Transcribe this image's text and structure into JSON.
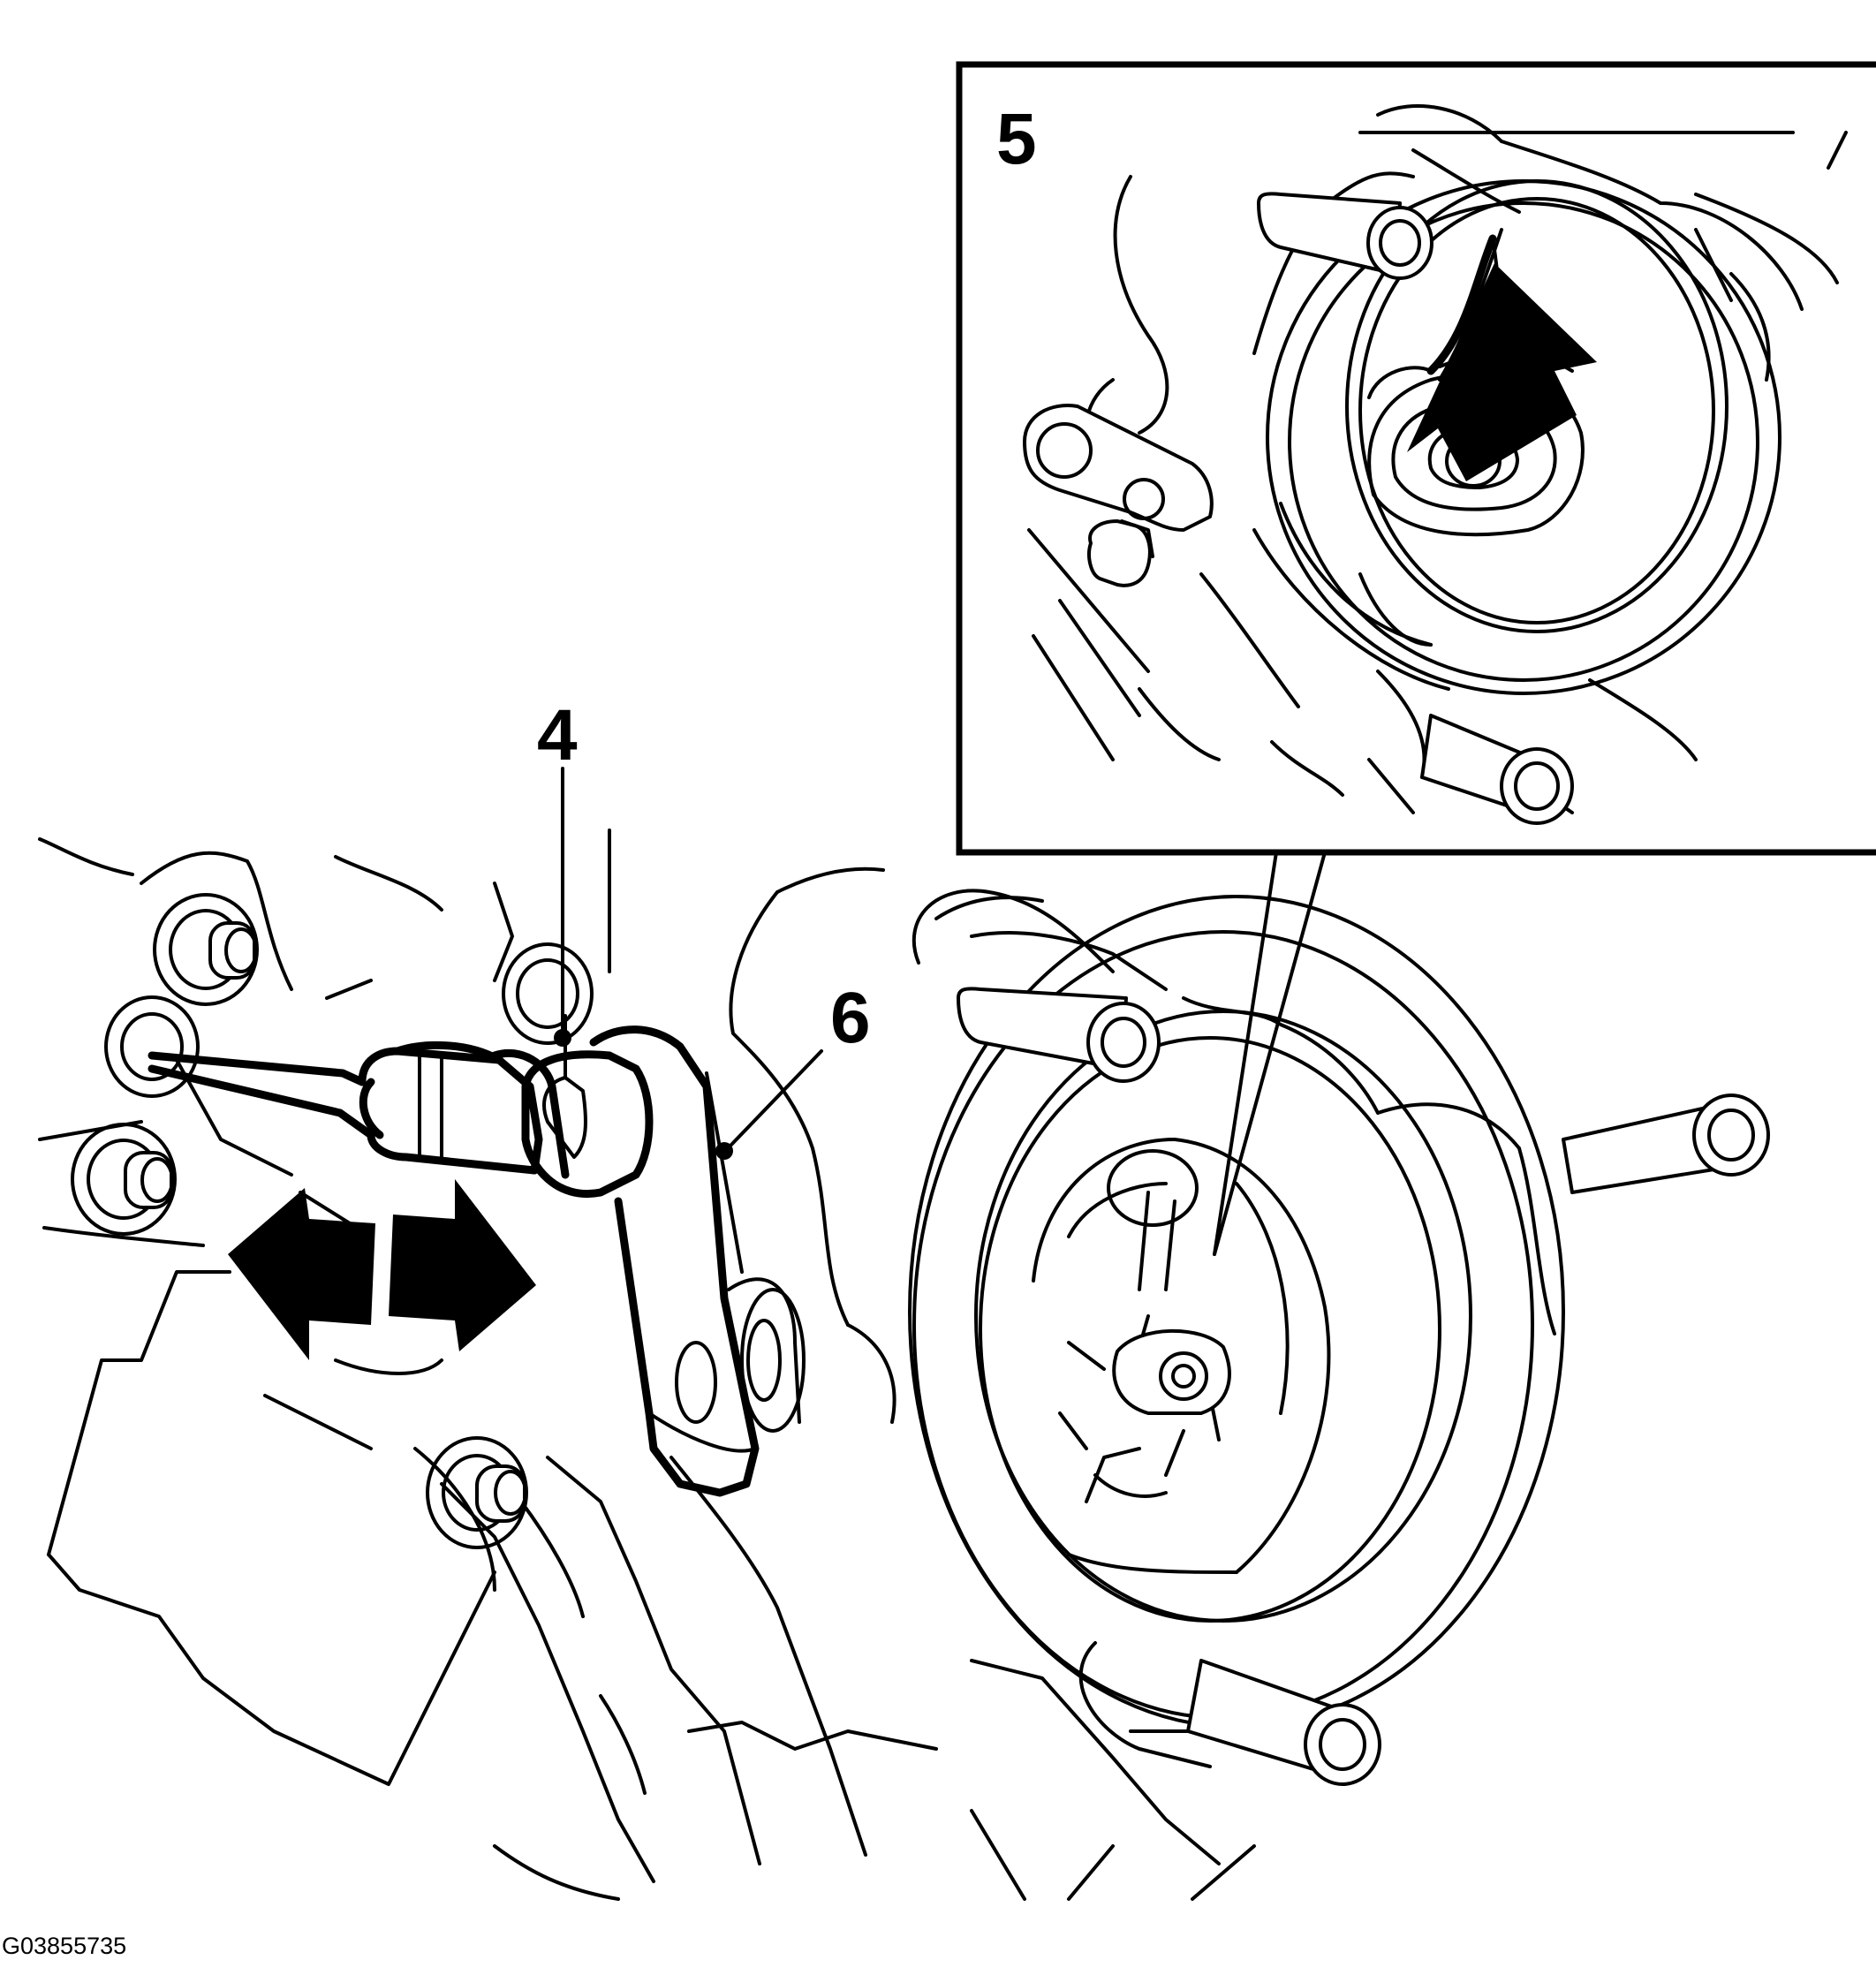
{
  "figure": {
    "callouts": [
      {
        "id": "4",
        "label": "4"
      },
      {
        "id": "5",
        "label": "5"
      },
      {
        "id": "6",
        "label": "6"
      }
    ],
    "figure_id": "G03855735"
  },
  "colors": {
    "line": "#000000",
    "background": "#ffffff"
  },
  "icons": [
    "double-arrow-icon",
    "direction-arrow-icon"
  ]
}
